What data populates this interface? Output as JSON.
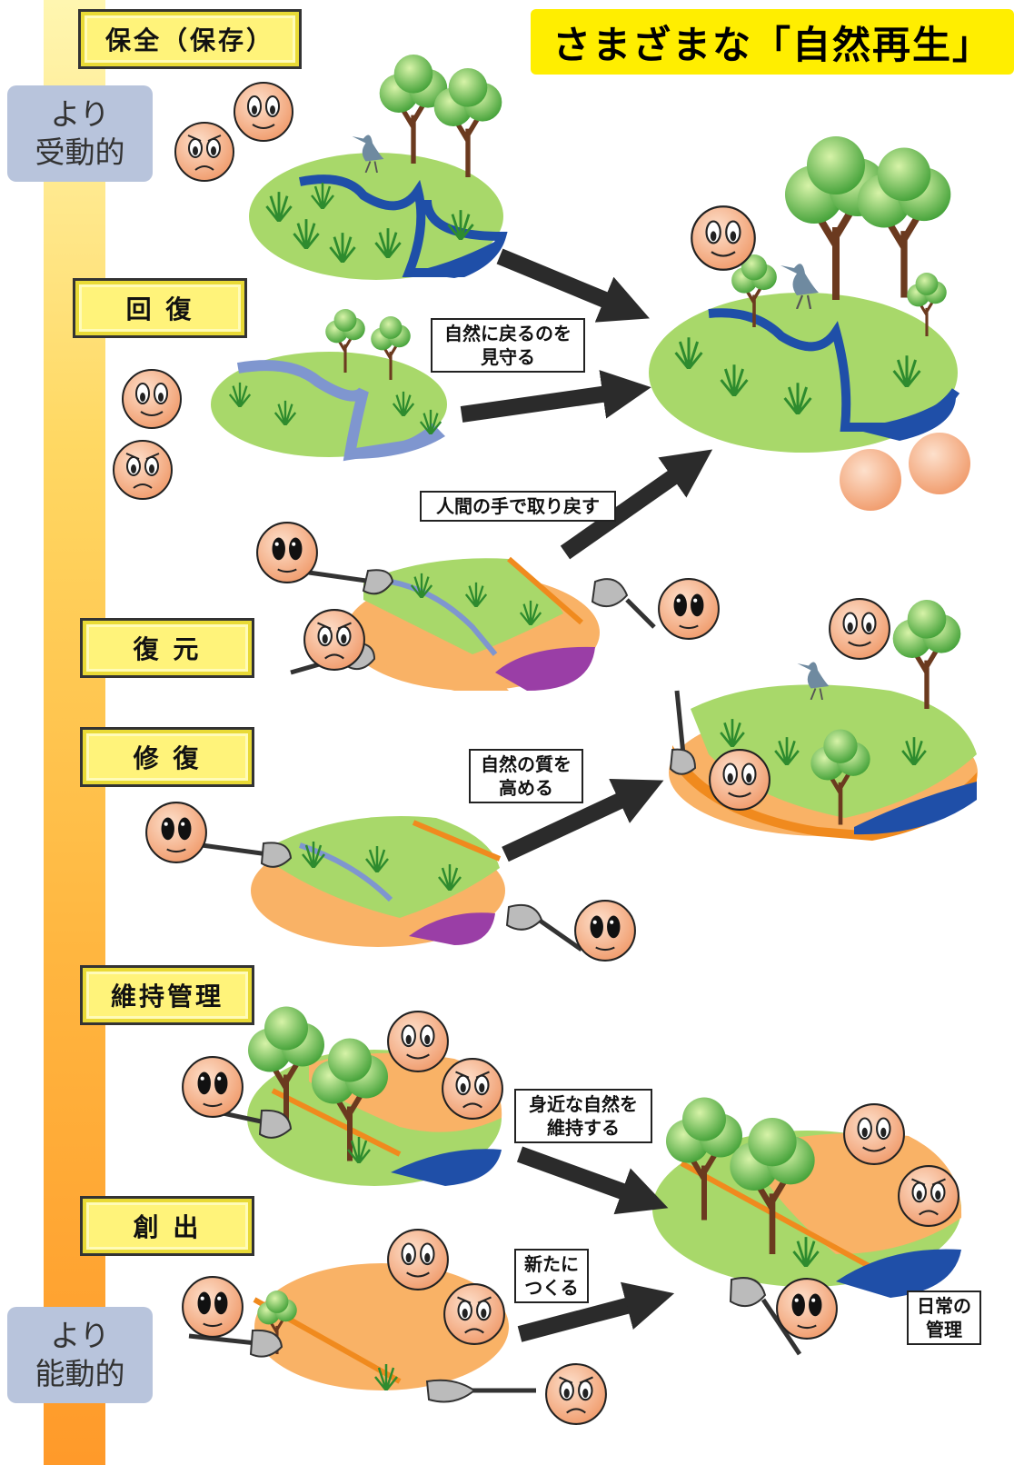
{
  "title": "さまざまな「自然再生」",
  "axis": {
    "top_label": [
      "より",
      "受動的"
    ],
    "bottom_label": [
      "より",
      "能動的"
    ]
  },
  "stages": [
    {
      "id": "hozen",
      "label": "保全（保存）"
    },
    {
      "id": "kaifuku",
      "label": "回 復"
    },
    {
      "id": "fukugen",
      "label": "復 元"
    },
    {
      "id": "shufuku",
      "label": "修 復"
    },
    {
      "id": "iji",
      "label": "維持管理"
    },
    {
      "id": "sōshutsu",
      "label": "創 出"
    }
  ],
  "callouts": {
    "mimamoru": [
      "自然に戻るのを",
      "見守る"
    ],
    "torimodosu": [
      "人間の手で取り戻す"
    ],
    "takameru": [
      "自然の質を",
      "高める"
    ],
    "ijisuru": [
      "身近な自然を",
      "維持する"
    ],
    "tsukuru": [
      "新たに",
      "つくる"
    ],
    "kanri": [
      "日常の",
      "管理"
    ]
  },
  "colors": {
    "title_bg": "#ffee00",
    "stage_bg": "#fff37a",
    "side_tag_bg": "#b8c4dc",
    "land_green": "#a8d86a",
    "land_orange": "#f9b266",
    "water": "#1f4fa8",
    "face": "#f6b88f",
    "arrow": "#2b2b2b"
  }
}
